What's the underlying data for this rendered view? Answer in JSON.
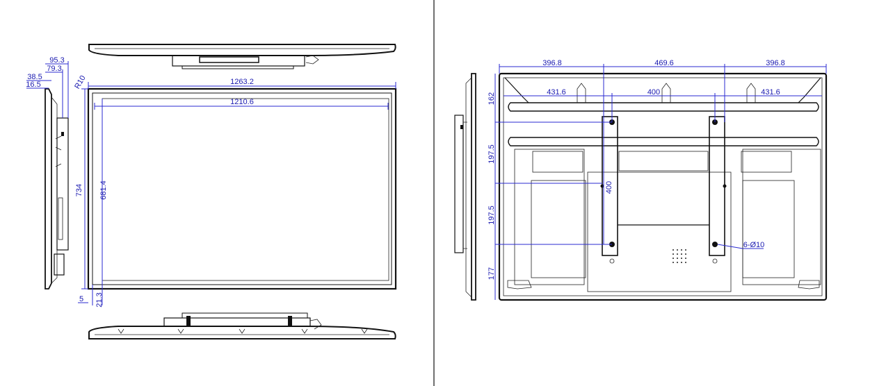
{
  "dims": {
    "front": {
      "overall_width": "1263.2",
      "inner_width": "1210.6",
      "overall_height": "734",
      "inner_height": "681.4",
      "bottom_margin_5": "5",
      "bottom_margin_213": "21.3",
      "corner_radius": "R10"
    },
    "side": {
      "depth_953": "95.3",
      "depth_793": "79.3",
      "depth_385": "38.5",
      "depth_165": "16.5"
    },
    "rear": {
      "top_left": "396.8",
      "top_mid": "469.6",
      "top_right": "396.8",
      "row2_left": "431.6",
      "row2_mid": "400",
      "row2_right": "431.6",
      "v_162": "162",
      "v_1975_top": "197.5",
      "v_1975_bot": "197.5",
      "v_177": "177",
      "v_400": "400",
      "holes": "6-Ø10"
    }
  },
  "colors": {
    "dimension": "#1a1ab0",
    "line": "#111111"
  }
}
